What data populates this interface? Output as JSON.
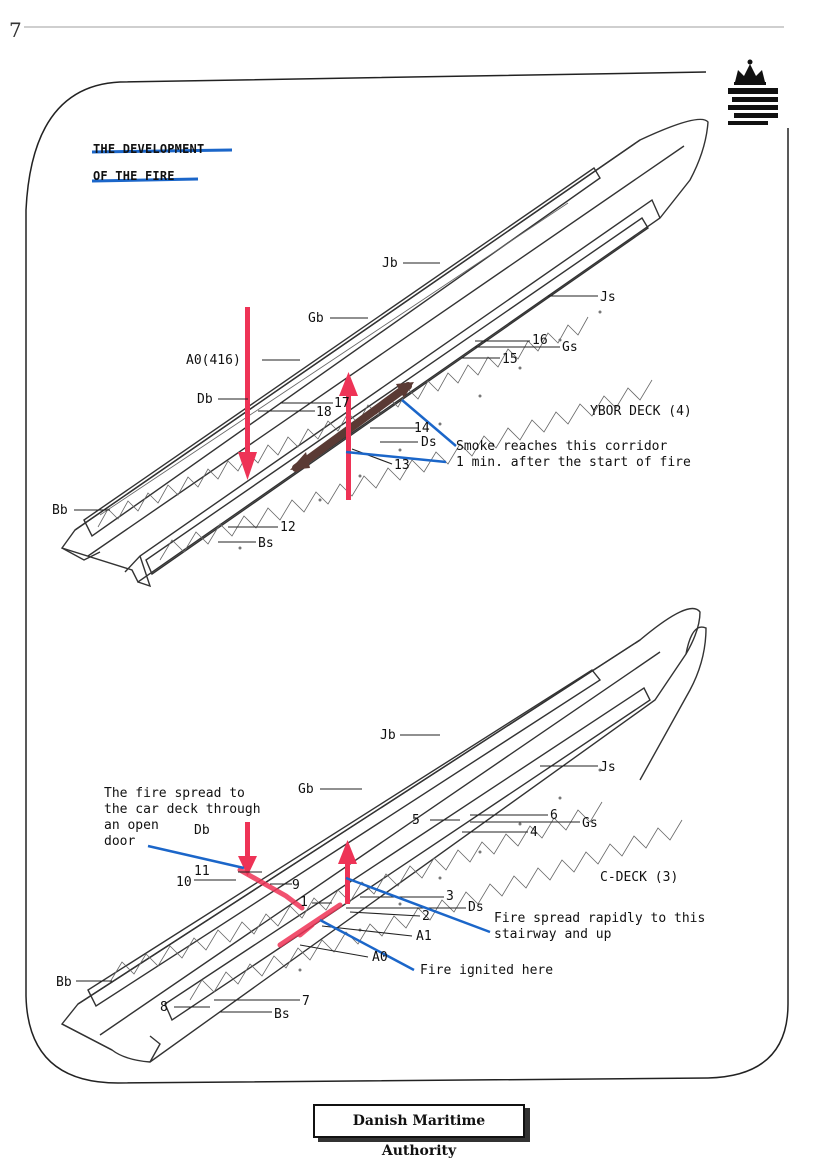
{
  "page": {
    "number": "7"
  },
  "title": {
    "line1": "THE  DEVELOPMENT",
    "line2": "OF THE FIRE"
  },
  "upper_deck": {
    "name": "YBOR DECK (4)",
    "labels": {
      "jb": "Jb",
      "js": "Js",
      "gb": "Gb",
      "n16": "16",
      "gs": "Gs",
      "n15": "15",
      "a0": "A0(416)",
      "db": "Db",
      "n17": "17",
      "n18": "18",
      "n14": "14",
      "ds": "Ds",
      "n13": "13",
      "bb": "Bb",
      "n12": "12",
      "bs": "Bs"
    },
    "note_smoke": "Smoke reaches this corridor\n1 min. after the start of fire"
  },
  "lower_deck": {
    "name": "C-DECK (3)",
    "labels": {
      "jb": "Jb",
      "js": "Js",
      "gb": "Gb",
      "n5": "5",
      "n6": "6",
      "gs": "Gs",
      "n4": "4",
      "db": "Db",
      "n11": "11",
      "n10": "10",
      "n9": "9",
      "n1": "1",
      "n3": "3",
      "ds": "Ds",
      "n2": "2",
      "a1": "A1",
      "a0": "A0",
      "bb": "Bb",
      "n8": "8",
      "n7": "7",
      "bs": "Bs"
    },
    "note_car_deck": "The fire spread to\nthe car deck through\nan open\ndoor",
    "note_stairway": "Fire spread rapidly to this\nstairway and up",
    "note_ignited": "Fire ignited here"
  },
  "footer": {
    "authority": "Danish Maritime Authority"
  },
  "colors": {
    "arrow_red": "#ee3356",
    "pointer_blue": "#1b66c9",
    "corridor_brown": "#5a3a34",
    "hull": "#333333"
  },
  "icons": [
    "crown-icon",
    "wave-emblem-icon"
  ]
}
